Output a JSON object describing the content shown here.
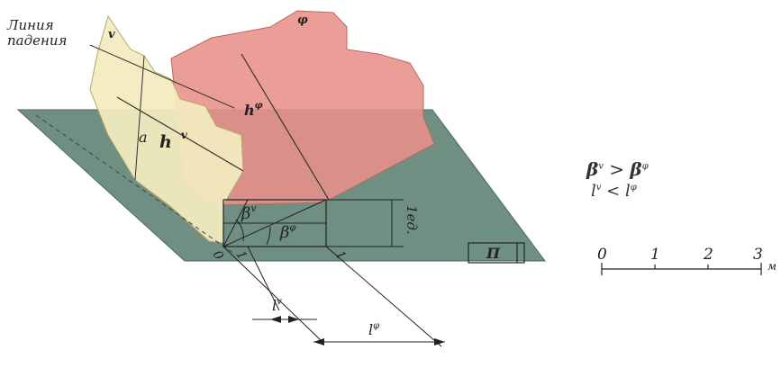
{
  "labels": {
    "fall_line": [
      "Линия",
      "падения"
    ],
    "plane_v": "v",
    "plane_phi": "φ",
    "h_v": "h",
    "h_v_sup": "v",
    "h_phi": "h",
    "h_phi_sup": "φ",
    "point_a": "a",
    "beta_v": "β",
    "beta_v_sup": "v",
    "beta_phi": "β",
    "beta_phi_sup": "φ",
    "vertical_dim": "1ед.",
    "zero_mark": "0",
    "one_mark_left": "1",
    "one_mark_right": "1",
    "plane_pi": "П",
    "l_v": "l",
    "l_v_sup": "v",
    "l_phi": "l",
    "l_phi_sup": "φ"
  },
  "relations": {
    "beta_line": {
      "left": "β",
      "left_sup": "v",
      "op": ">",
      "right": "β",
      "right_sup": "φ"
    },
    "l_line": {
      "left": "l",
      "left_sup": "v",
      "op": "<",
      "right": "l",
      "right_sup": "φ"
    }
  },
  "scale": {
    "ticks": [
      "0",
      "1",
      "2",
      "3"
    ],
    "unit": "м"
  },
  "colors": {
    "horizontal_plane": "#6f8f82",
    "plane_v": "#f3ecbe",
    "plane_phi": "#e8918a",
    "line": "#222222"
  }
}
